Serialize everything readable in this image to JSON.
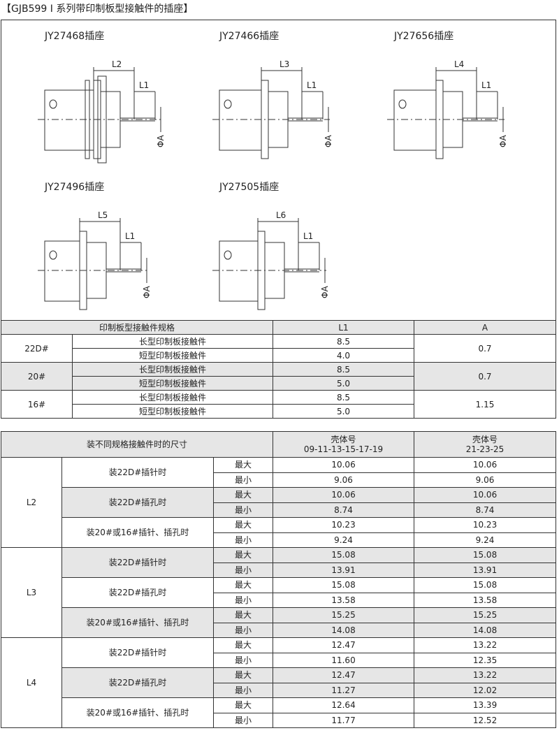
{
  "title": "【GJB599 I 系列带印制板型接触件的插座】",
  "diagrams": [
    {
      "name": "JY27468插座",
      "dim": "L2",
      "l1": "L1",
      "a": "ΦA"
    },
    {
      "name": "JY27466插座",
      "dim": "L3",
      "l1": "L1",
      "a": "ΦA"
    },
    {
      "name": "JY27656插座",
      "dim": "L4",
      "l1": "L1",
      "a": "ΦA"
    },
    {
      "name": "JY27496插座",
      "dim": "L5",
      "l1": "L1",
      "a": "ΦA"
    },
    {
      "name": "JY27505插座",
      "dim": "L6",
      "l1": "L1",
      "a": "ΦA"
    }
  ],
  "table1": {
    "headers": [
      "印制板型接触件规格",
      "L1",
      "A"
    ],
    "groups": [
      {
        "size": "22D#",
        "rows": [
          {
            "type": "长型印制板接触件",
            "l1": "8.5"
          },
          {
            "type": "短型印制板接触件",
            "l1": "4.0"
          }
        ],
        "a": "0.7"
      },
      {
        "size": "20#",
        "rows": [
          {
            "type": "长型印制板接触件",
            "l1": "8.5"
          },
          {
            "type": "短型印制板接触件",
            "l1": "5.0"
          }
        ],
        "a": "0.7"
      },
      {
        "size": "16#",
        "rows": [
          {
            "type": "长型印制板接触件",
            "l1": "8.5"
          },
          {
            "type": "短型印制板接触件",
            "l1": "5.0"
          }
        ],
        "a": "1.15"
      }
    ]
  },
  "table2": {
    "header": "装不同规格接触件时的尺寸",
    "col1": {
      "title": "壳体号",
      "sub": "09-11-13-15-17-19"
    },
    "col2": {
      "title": "壳体号",
      "sub": "21-23-25"
    },
    "max": "最大",
    "min": "最小",
    "dims": [
      {
        "dim": "L2",
        "conds": [
          {
            "label": "装22D#插针时",
            "max": [
              "10.06",
              "10.06"
            ],
            "min": [
              "9.06",
              "9.06"
            ]
          },
          {
            "label": "装22D#插孔时",
            "max": [
              "10.06",
              "10.06"
            ],
            "min": [
              "8.74",
              "8.74"
            ]
          },
          {
            "label": "装20#或16#插针、插孔时",
            "max": [
              "10.23",
              "10.23"
            ],
            "min": [
              "9.24",
              "9.24"
            ]
          }
        ]
      },
      {
        "dim": "L3",
        "conds": [
          {
            "label": "装22D#插针时",
            "max": [
              "15.08",
              "15.08"
            ],
            "min": [
              "13.91",
              "13.91"
            ]
          },
          {
            "label": "装22D#插孔时",
            "max": [
              "15.08",
              "15.08"
            ],
            "min": [
              "13.58",
              "13.58"
            ]
          },
          {
            "label": "装20#或16#插针、插孔时",
            "max": [
              "15.25",
              "15.25"
            ],
            "min": [
              "14.08",
              "14.08"
            ]
          }
        ]
      },
      {
        "dim": "L4",
        "conds": [
          {
            "label": "装22D#插针时",
            "max": [
              "12.47",
              "13.22"
            ],
            "min": [
              "11.60",
              "12.35"
            ]
          },
          {
            "label": "装22D#插孔时",
            "max": [
              "12.47",
              "13.22"
            ],
            "min": [
              "11.27",
              "12.02"
            ]
          },
          {
            "label": "装20#或16#插针、插孔时",
            "max": [
              "12.64",
              "13.39"
            ],
            "min": [
              "11.77",
              "12.52"
            ]
          }
        ]
      }
    ]
  }
}
